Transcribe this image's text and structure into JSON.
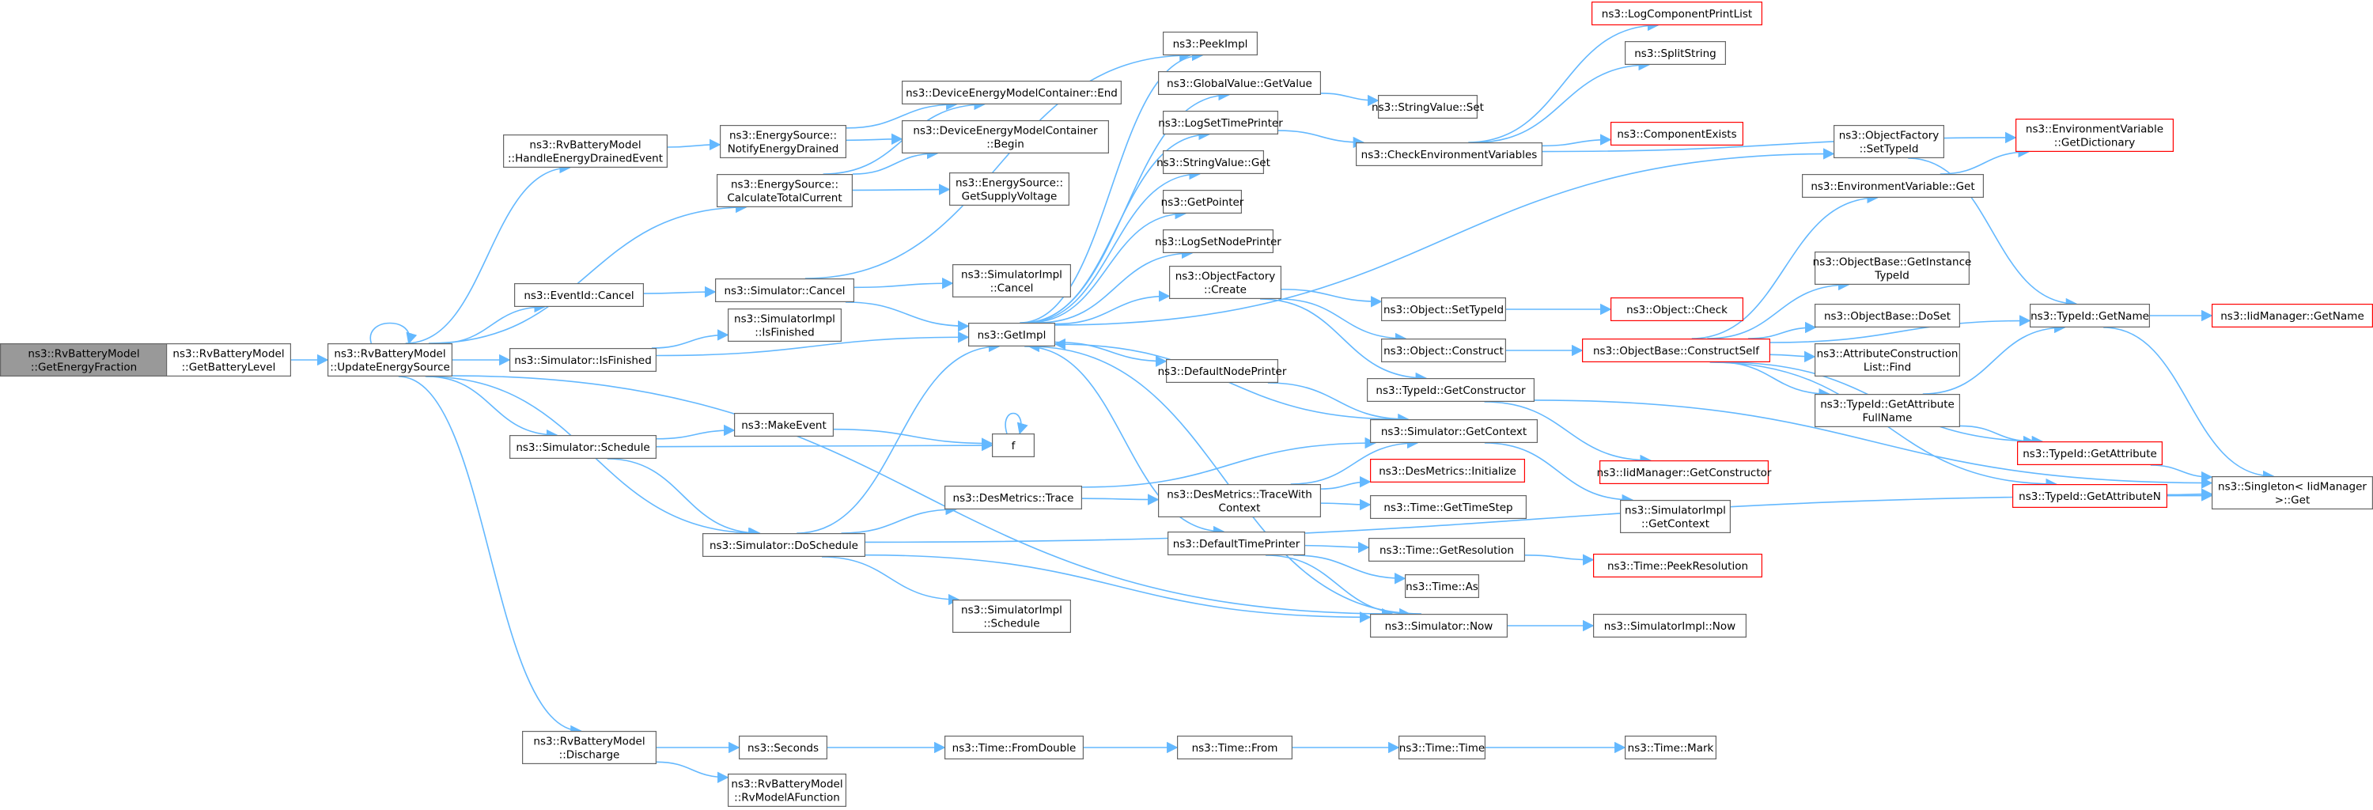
{
  "nodes": [
    {
      "id": "root",
      "lines": [
        "ns3::RvBatteryModel",
        "::GetEnergyFraction"
      ],
      "red": false,
      "root": true
    },
    {
      "id": "getbat",
      "lines": [
        "ns3::RvBatteryModel",
        "::GetBatteryLevel"
      ]
    },
    {
      "id": "upd",
      "lines": [
        "ns3::RvBatteryModel",
        "::UpdateEnergySource"
      ]
    },
    {
      "id": "hed",
      "lines": [
        "ns3::RvBatteryModel",
        "::HandleEnergyDrainedEvent"
      ]
    },
    {
      "id": "ctc",
      "lines": [
        "ns3::EnergySource::",
        "CalculateTotalCurrent"
      ]
    },
    {
      "id": "evc",
      "lines": [
        "ns3::EventId::Cancel"
      ]
    },
    {
      "id": "isfin",
      "lines": [
        "ns3::Simulator::IsFinished"
      ]
    },
    {
      "id": "sched",
      "lines": [
        "ns3::Simulator::Schedule"
      ]
    },
    {
      "id": "dosch",
      "lines": [
        "ns3::Simulator::DoSchedule"
      ]
    },
    {
      "id": "dis",
      "lines": [
        "ns3::RvBatteryModel",
        "::Discharge"
      ]
    },
    {
      "id": "ned",
      "lines": [
        "ns3::EnergySource::",
        "NotifyEnergyDrained"
      ]
    },
    {
      "id": "scancel",
      "lines": [
        "ns3::Simulator::Cancel"
      ]
    },
    {
      "id": "sifin",
      "lines": [
        "ns3::SimulatorImpl",
        "::IsFinished"
      ]
    },
    {
      "id": "mkev",
      "lines": [
        "ns3::MakeEvent"
      ]
    },
    {
      "id": "dtrace",
      "lines": [
        "ns3::DesMetrics::Trace"
      ]
    },
    {
      "id": "sisched",
      "lines": [
        "ns3::SimulatorImpl",
        "::Schedule"
      ]
    },
    {
      "id": "secs",
      "lines": [
        "ns3::Seconds"
      ]
    },
    {
      "id": "rvma",
      "lines": [
        "ns3::RvBatteryModel",
        "::RvModelAFunction"
      ]
    },
    {
      "id": "demend",
      "lines": [
        "ns3::DeviceEnergyModelContainer::End"
      ]
    },
    {
      "id": "dembeg",
      "lines": [
        "ns3::DeviceEnergyModelContainer",
        "::Begin"
      ]
    },
    {
      "id": "gsv",
      "lines": [
        "ns3::EnergySource::",
        "GetSupplyVoltage"
      ]
    },
    {
      "id": "sicancel",
      "lines": [
        "ns3::SimulatorImpl",
        "::Cancel"
      ]
    },
    {
      "id": "getimpl",
      "lines": [
        "ns3::GetImpl"
      ]
    },
    {
      "id": "f",
      "lines": [
        "f"
      ]
    },
    {
      "id": "tfd",
      "lines": [
        "ns3::Time::FromDouble"
      ]
    },
    {
      "id": "peek",
      "lines": [
        "ns3::PeekImpl"
      ]
    },
    {
      "id": "gvget",
      "lines": [
        "ns3::GlobalValue::GetValue"
      ]
    },
    {
      "id": "lstp",
      "lines": [
        "ns3::LogSetTimePrinter"
      ]
    },
    {
      "id": "svget",
      "lines": [
        "ns3::StringValue::Get"
      ]
    },
    {
      "id": "getptr",
      "lines": [
        "ns3::GetPointer"
      ]
    },
    {
      "id": "lsnp",
      "lines": [
        "ns3::LogSetNodePrinter"
      ]
    },
    {
      "id": "ofcreate",
      "lines": [
        "ns3::ObjectFactory",
        "::Create"
      ]
    },
    {
      "id": "dnp",
      "lines": [
        "ns3::DefaultNodePrinter"
      ]
    },
    {
      "id": "dtwc",
      "lines": [
        "ns3::DesMetrics::TraceWith",
        "Context"
      ]
    },
    {
      "id": "dtp",
      "lines": [
        "ns3::DefaultTimePrinter"
      ]
    },
    {
      "id": "snow",
      "lines": [
        "ns3::Simulator::Now"
      ]
    },
    {
      "id": "tfrom",
      "lines": [
        "ns3::Time::From"
      ]
    },
    {
      "id": "svset",
      "lines": [
        "ns3::StringValue::Set"
      ]
    },
    {
      "id": "cev",
      "lines": [
        "ns3::CheckEnvironmentVariables"
      ]
    },
    {
      "id": "ostid",
      "lines": [
        "ns3::Object::SetTypeId"
      ]
    },
    {
      "id": "oconst",
      "lines": [
        "ns3::Object::Construct"
      ]
    },
    {
      "id": "tgc",
      "lines": [
        "ns3::TypeId::GetConstructor"
      ]
    },
    {
      "id": "sgc",
      "lines": [
        "ns3::Simulator::GetContext"
      ]
    },
    {
      "id": "dminit",
      "lines": [
        "ns3::DesMetrics::Initialize"
      ],
      "red": true
    },
    {
      "id": "tgts",
      "lines": [
        "ns3::Time::GetTimeStep"
      ]
    },
    {
      "id": "tgr",
      "lines": [
        "ns3::Time::GetResolution"
      ]
    },
    {
      "id": "tas",
      "lines": [
        "ns3::Time::As"
      ]
    },
    {
      "id": "ttime",
      "lines": [
        "ns3::Time::Time"
      ]
    },
    {
      "id": "lcpl",
      "lines": [
        "ns3::LogComponentPrintList"
      ],
      "red": true
    },
    {
      "id": "split",
      "lines": [
        "ns3::SplitString"
      ]
    },
    {
      "id": "cexists",
      "lines": [
        "ns3::ComponentExists"
      ],
      "red": true
    },
    {
      "id": "ocheck",
      "lines": [
        "ns3::Object::Check"
      ],
      "red": true
    },
    {
      "id": "obcs",
      "lines": [
        "ns3::ObjectBase::ConstructSelf"
      ],
      "red": true
    },
    {
      "id": "imgc",
      "lines": [
        "ns3::IidManager::GetConstructor"
      ],
      "red": true
    },
    {
      "id": "sigc",
      "lines": [
        "ns3::SimulatorImpl",
        "::GetContext"
      ]
    },
    {
      "id": "tpr",
      "lines": [
        "ns3::Time::PeekResolution"
      ],
      "red": true
    },
    {
      "id": "sinow",
      "lines": [
        "ns3::SimulatorImpl::Now"
      ]
    },
    {
      "id": "tmark",
      "lines": [
        "ns3::Time::Mark"
      ]
    },
    {
      "id": "ofst",
      "lines": [
        "ns3::ObjectFactory",
        "::SetTypeId"
      ]
    },
    {
      "id": "evget",
      "lines": [
        "ns3::EnvironmentVariable::Get"
      ]
    },
    {
      "id": "obgit",
      "lines": [
        "ns3::ObjectBase::GetInstance",
        "TypeId"
      ]
    },
    {
      "id": "obdoset",
      "lines": [
        "ns3::ObjectBase::DoSet"
      ]
    },
    {
      "id": "aclf",
      "lines": [
        "ns3::AttributeConstruction",
        "List::Find"
      ]
    },
    {
      "id": "tgafn",
      "lines": [
        "ns3::TypeId::GetAttribute",
        "FullName"
      ]
    },
    {
      "id": "evgd",
      "lines": [
        "ns3::EnvironmentVariable",
        "::GetDictionary"
      ],
      "red": true
    },
    {
      "id": "tgname",
      "lines": [
        "ns3::TypeId::GetName"
      ]
    },
    {
      "id": "tga",
      "lines": [
        "ns3::TypeId::GetAttribute"
      ],
      "red": true
    },
    {
      "id": "tgan",
      "lines": [
        "ns3::TypeId::GetAttributeN"
      ],
      "red": true
    },
    {
      "id": "imgname",
      "lines": [
        "ns3::IidManager::GetName"
      ],
      "red": true
    },
    {
      "id": "singget",
      "lines": [
        "ns3::Singleton< IidManager",
        " >::Get"
      ]
    }
  ],
  "edges": [
    [
      "root",
      "getbat"
    ],
    [
      "getbat",
      "upd"
    ],
    [
      "upd",
      "upd"
    ],
    [
      "upd",
      "hed"
    ],
    [
      "upd",
      "ctc"
    ],
    [
      "upd",
      "evc"
    ],
    [
      "upd",
      "isfin"
    ],
    [
      "upd",
      "sched"
    ],
    [
      "upd",
      "dosch"
    ],
    [
      "upd",
      "dis"
    ],
    [
      "upd",
      "snow"
    ],
    [
      "hed",
      "ned"
    ],
    [
      "ned",
      "demend"
    ],
    [
      "ned",
      "dembeg"
    ],
    [
      "ctc",
      "demend"
    ],
    [
      "ctc",
      "dembeg"
    ],
    [
      "ctc",
      "gsv"
    ],
    [
      "evc",
      "scancel"
    ],
    [
      "scancel",
      "sicancel"
    ],
    [
      "scancel",
      "getimpl"
    ],
    [
      "scancel",
      "peek"
    ],
    [
      "isfin",
      "sifin"
    ],
    [
      "isfin",
      "getimpl"
    ],
    [
      "sched",
      "mkev"
    ],
    [
      "sched",
      "f"
    ],
    [
      "sched",
      "dosch"
    ],
    [
      "mkev",
      "f"
    ],
    [
      "f",
      "f"
    ],
    [
      "dosch",
      "getimpl"
    ],
    [
      "dosch",
      "dtrace"
    ],
    [
      "dosch",
      "sisched"
    ],
    [
      "dosch",
      "snow"
    ],
    [
      "dosch",
      "singget"
    ],
    [
      "dtrace",
      "sgc"
    ],
    [
      "dtrace",
      "dtwc"
    ],
    [
      "dis",
      "secs"
    ],
    [
      "dis",
      "rvma"
    ],
    [
      "secs",
      "tfd"
    ],
    [
      "tfd",
      "tfrom"
    ],
    [
      "tfrom",
      "ttime"
    ],
    [
      "ttime",
      "tmark"
    ],
    [
      "getimpl",
      "peek"
    ],
    [
      "getimpl",
      "gvget"
    ],
    [
      "getimpl",
      "lstp"
    ],
    [
      "getimpl",
      "svget"
    ],
    [
      "getimpl",
      "getptr"
    ],
    [
      "getimpl",
      "lsnp"
    ],
    [
      "getimpl",
      "ofcreate"
    ],
    [
      "getimpl",
      "dnp"
    ],
    [
      "getimpl",
      "dtp"
    ],
    [
      "getimpl",
      "ofst"
    ],
    [
      "gvget",
      "svset"
    ],
    [
      "lstp",
      "cev"
    ],
    [
      "cev",
      "lcpl"
    ],
    [
      "cev",
      "split"
    ],
    [
      "cev",
      "cexists"
    ],
    [
      "cev",
      "evgd"
    ],
    [
      "ofcreate",
      "ostid"
    ],
    [
      "ofcreate",
      "oconst"
    ],
    [
      "ofcreate",
      "tgc"
    ],
    [
      "ostid",
      "ocheck"
    ],
    [
      "oconst",
      "obcs"
    ],
    [
      "dnp",
      "sgc"
    ],
    [
      "sgc",
      "getimpl"
    ],
    [
      "sgc",
      "sigc"
    ],
    [
      "dtwc",
      "dminit"
    ],
    [
      "dtwc",
      "tgts"
    ],
    [
      "dtwc",
      "sgc"
    ],
    [
      "dtp",
      "tgr"
    ],
    [
      "dtp",
      "tas"
    ],
    [
      "dtp",
      "snow"
    ],
    [
      "snow",
      "getimpl"
    ],
    [
      "snow",
      "sinow"
    ],
    [
      "tgr",
      "tpr"
    ],
    [
      "tgc",
      "imgc"
    ],
    [
      "tgc",
      "singget"
    ],
    [
      "obcs",
      "evget"
    ],
    [
      "obcs",
      "obgit"
    ],
    [
      "obcs",
      "obdoset"
    ],
    [
      "obcs",
      "aclf"
    ],
    [
      "obcs",
      "tgafn"
    ],
    [
      "obcs",
      "tga"
    ],
    [
      "obcs",
      "tgan"
    ],
    [
      "obcs",
      "tgname"
    ],
    [
      "evget",
      "evgd"
    ],
    [
      "ofst",
      "tgname"
    ],
    [
      "tgafn",
      "tgname"
    ],
    [
      "tgafn",
      "tga"
    ],
    [
      "tgname",
      "imgname"
    ],
    [
      "tgname",
      "singget"
    ],
    [
      "tga",
      "singget"
    ],
    [
      "tgan",
      "singget"
    ]
  ]
}
